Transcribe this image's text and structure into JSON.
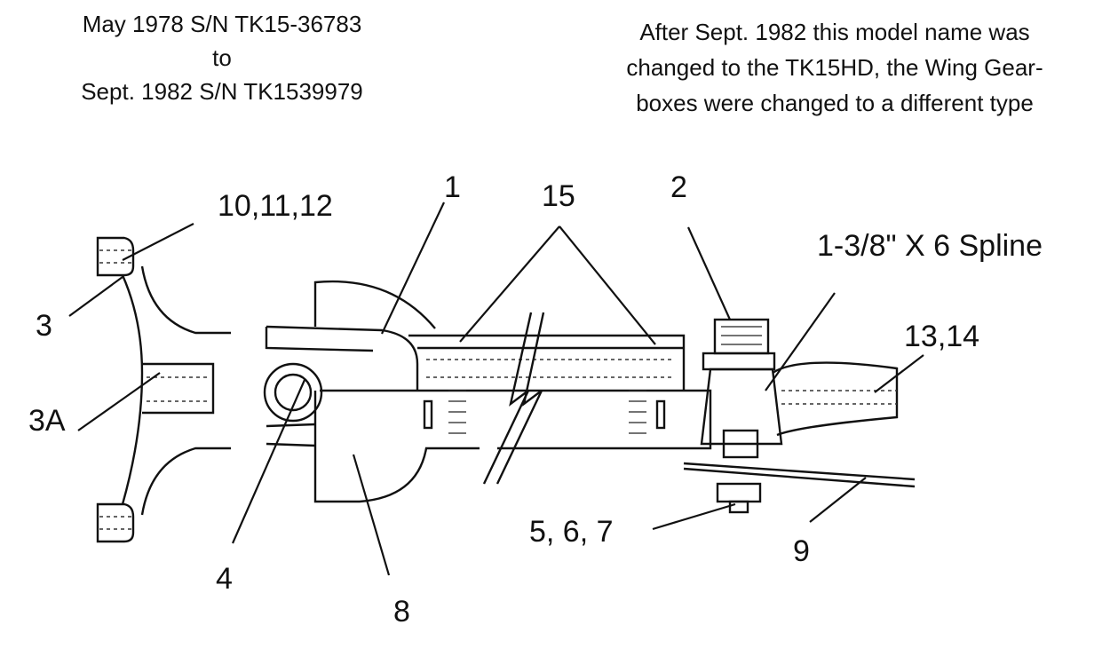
{
  "notes": {
    "left": [
      "May 1978 S/N TK15-36783",
      "to",
      "Sept. 1982 S/N TK1539979"
    ],
    "right": [
      "After Sept. 1982 this model name was",
      "changed to the TK15HD, the Wing Gear-",
      "boxes were changed to a different type"
    ]
  },
  "callouts": {
    "c1": "1",
    "c2": "2",
    "c3": "3",
    "c3a": "3A",
    "c4": "4",
    "c567": "5, 6, 7",
    "c8": "8",
    "c9": "9",
    "c101112": "10,11,12",
    "c1314": "13,14",
    "c15": "15",
    "spline": "1-3/8\" X 6 Spline"
  }
}
